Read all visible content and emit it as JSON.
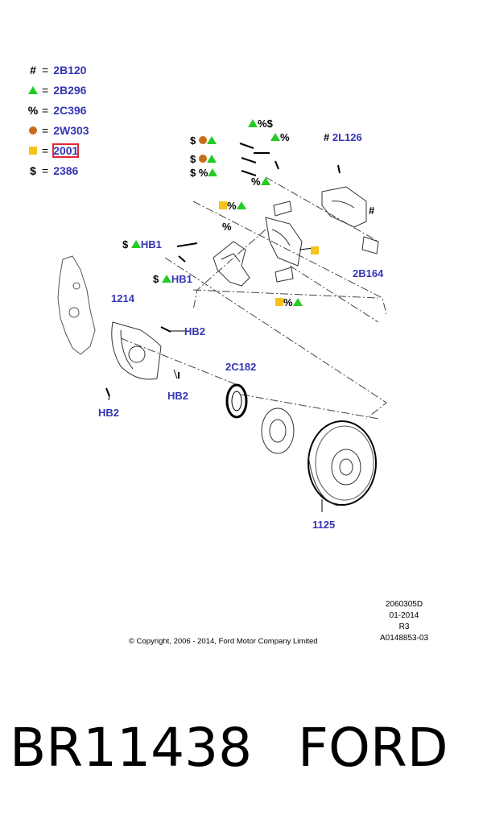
{
  "legend": [
    {
      "symbol": "#",
      "code": "2B120"
    },
    {
      "symbol": "green-triangle",
      "code": "2B296"
    },
    {
      "symbol": "%",
      "code": "2C396"
    },
    {
      "symbol": "orange-dot",
      "code": "2W303"
    },
    {
      "symbol": "yellow-square",
      "code": "2001"
    },
    {
      "symbol": "$",
      "code": "2386"
    }
  ],
  "parts": {
    "p2L126": "2L126",
    "p2B164": "2B164",
    "hb1_a": "HB1",
    "hb1_b": "HB1",
    "p1214": "1214",
    "hb2_a": "HB2",
    "hb2_b": "HB2",
    "hb2_c": "HB2",
    "p2C182": "2C182",
    "p1125": "1125"
  },
  "symbols": {
    "dollar": "$",
    "percent": "%",
    "hash": "#"
  },
  "meta": {
    "line1": "2060305D",
    "line2": "01-2014",
    "line3": "R3",
    "line4": "A0148853-03"
  },
  "copyright": "© Copyright, 2006 - 2014, Ford Motor Company Limited",
  "part_number": "BR11438",
  "brand": "FORD",
  "colors": {
    "code": "#3535b5",
    "triangle": "#22cc22",
    "dot": "#c86c1a",
    "square": "#f6c21c",
    "highlight": "#e0282e"
  }
}
